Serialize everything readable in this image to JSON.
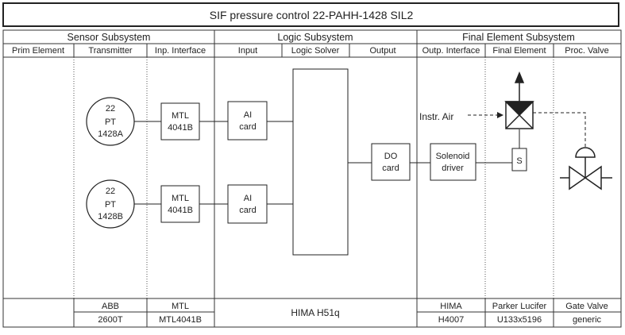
{
  "title": "SIF  pressure control 22-PAHH-1428  SIL2",
  "subsystems": {
    "sensor": "Sensor Subsystem",
    "logic": "Logic Subsystem",
    "final": "Final Element Subsystem"
  },
  "columns": {
    "prim_element": "Prim Element",
    "transmitter": "Transmitter",
    "inp_interface": "Inp. Interface",
    "input": "Input",
    "logic_solver": "Logic Solver",
    "output": "Output",
    "outp_interface": "Outp. Interface",
    "final_element": "Final Element",
    "proc_valve": "Proc. Valve"
  },
  "transmitters": [
    {
      "line1": "22",
      "line2": "PT",
      "line3": "1428A"
    },
    {
      "line1": "22",
      "line2": "PT",
      "line3": "1428B"
    }
  ],
  "barriers": [
    {
      "line1": "MTL",
      "line2": "4041B"
    },
    {
      "line1": "MTL",
      "line2": "4041B"
    }
  ],
  "ai_cards": [
    {
      "line1": "AI",
      "line2": "card"
    },
    {
      "line1": "AI",
      "line2": "card"
    }
  ],
  "do_card": {
    "line1": "DO",
    "line2": "card"
  },
  "solenoid_driver": {
    "line1": "Solenoid",
    "line2": "driver"
  },
  "solenoid_label": "S",
  "instr_air_label": "Instr. Air",
  "footer": {
    "transmitter_vendor": "ABB",
    "transmitter_model": "2600T",
    "interface_vendor": "MTL",
    "interface_model": "MTL4041B",
    "logic_solver": "HIMA H51q",
    "outp_interface_vendor": "HIMA",
    "outp_interface_model": "H4007",
    "final_element_vendor": "Parker Lucifer",
    "final_element_model": "U133x5196",
    "proc_valve_type": "Gate Valve",
    "proc_valve_model": "generic"
  }
}
